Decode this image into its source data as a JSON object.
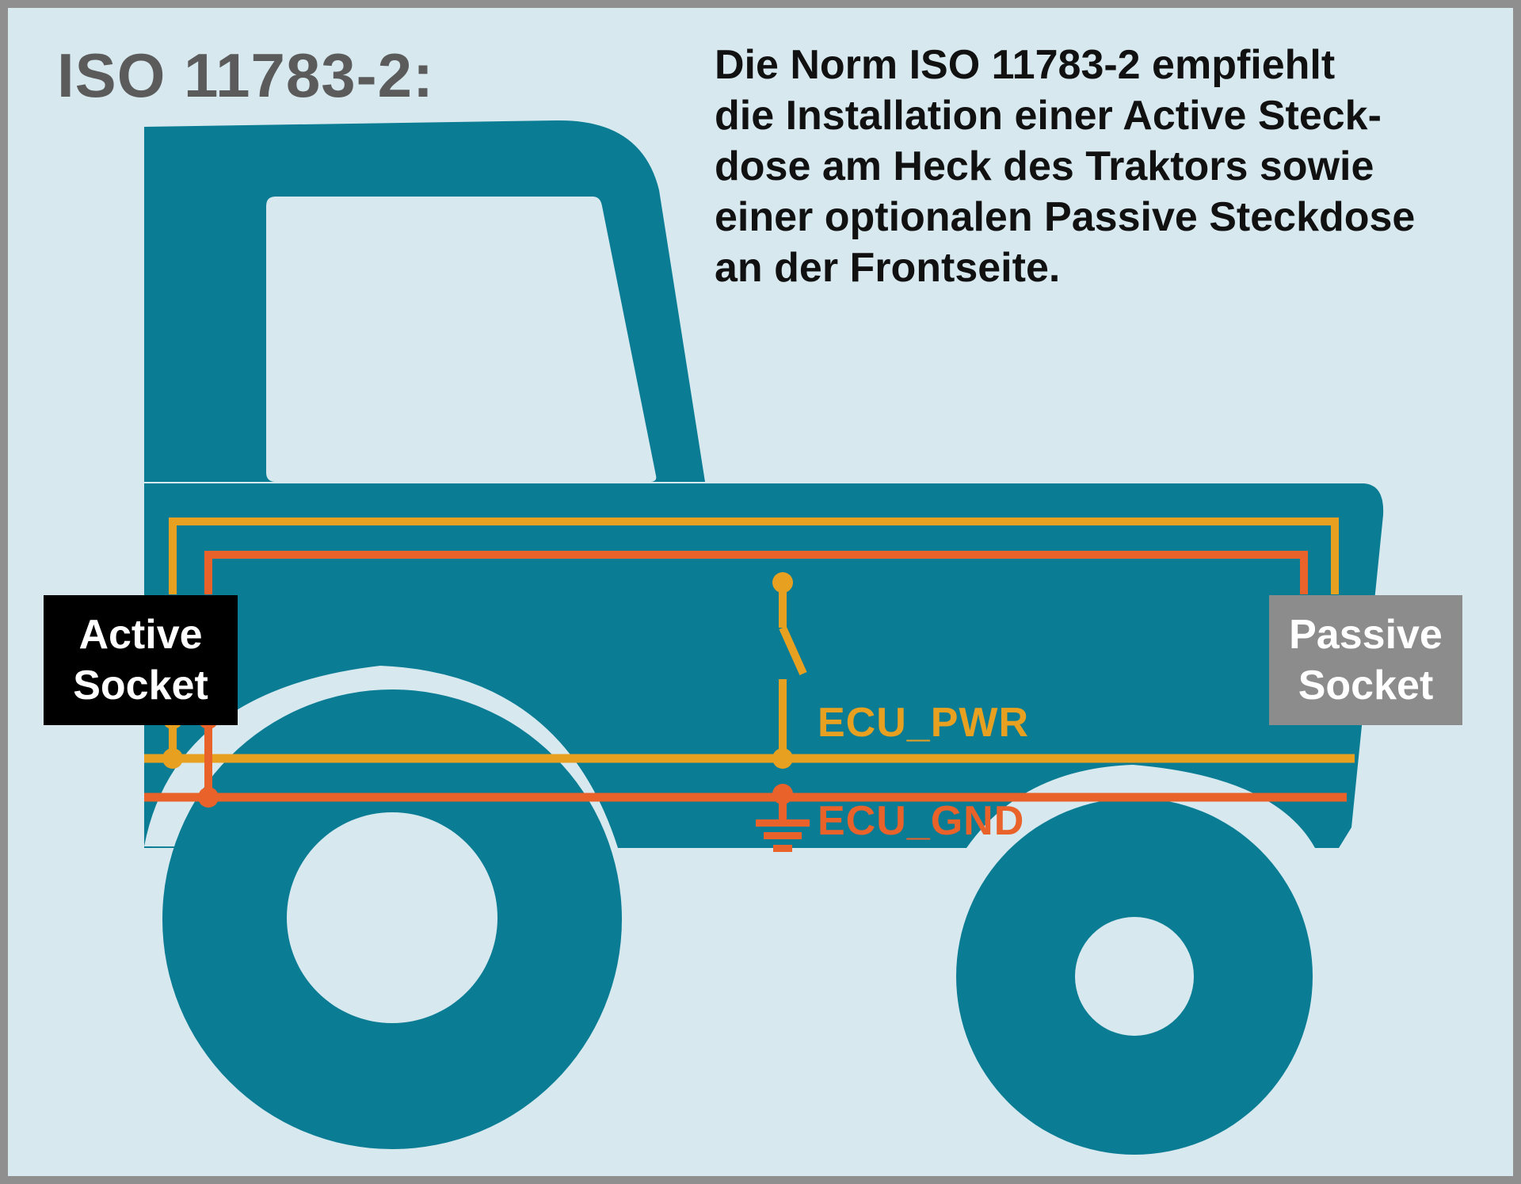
{
  "title": "ISO 11783-2:",
  "description_lines": [
    "Die Norm ISO 11783-2 empfiehlt",
    "die Installation einer Active Steck-",
    "dose am Heck des Traktors sowie",
    "einer optionalen Passive Steckdose",
    "an der Frontseite."
  ],
  "active_socket": {
    "line1": "Active",
    "line2": "Socket"
  },
  "passive_socket": {
    "line1": "Passive",
    "line2": "Socket"
  },
  "labels": {
    "pwr": "ECU_PWR",
    "gnd": "ECU_GND"
  },
  "colors": {
    "background": "#d7e9ef",
    "frame": "#8f8f8f",
    "tractor": "#0a7c94",
    "wire_pwr": "#e8a020",
    "wire_gnd": "#e8622a",
    "active_socket": "#000000",
    "passive_socket": "#8c8c8c"
  }
}
